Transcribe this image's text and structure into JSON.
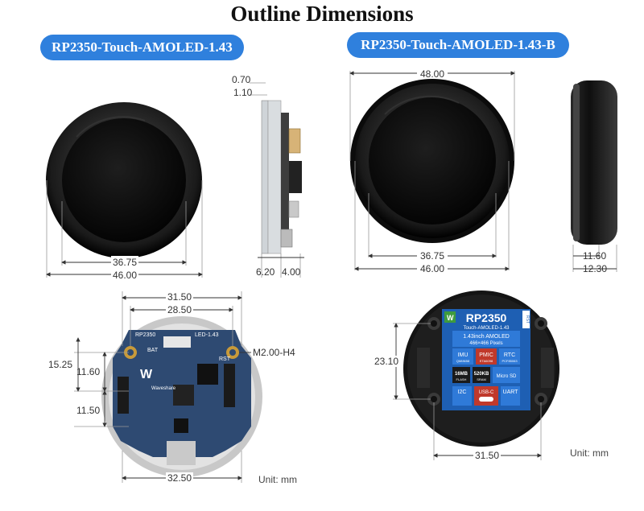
{
  "title": "Outline Dimensions",
  "variants": {
    "left": "RP2350-Touch-AMOLED-1.43",
    "right": "RP2350-Touch-AMOLED-1.43-B"
  },
  "dimensions": {
    "front_inner": "36.75",
    "front_outer": "46.00",
    "side_top_a": "0.70",
    "side_top_b": "1.10",
    "side_bottom_a": "6.20",
    "side_bottom_b": "4.00",
    "b_front_top": "48.00",
    "b_front_inner": "36.75",
    "b_front_outer": "46.00",
    "b_side_a": "11.60",
    "b_side_b": "12.30",
    "back_top_a": "31.50",
    "back_top_b": "28.50",
    "back_left_a": "15.25",
    "back_left_b": "11.60",
    "back_left_c": "11.50",
    "back_bottom": "32.50",
    "hole_label": "M2.00-H4",
    "b_back_left": "23.10",
    "b_back_bottom": "31.50"
  },
  "units": {
    "left": "Unit: mm",
    "right": "Unit: mm"
  },
  "back_board": {
    "labels": [
      "RP2350",
      "LED-1.43",
      "BAT",
      "RST",
      "Waveshare"
    ]
  },
  "sticker": {
    "chip": "RP2350",
    "model": "Touch-AMOLED-1.43",
    "screen": "1.43inch AMOLED",
    "pixels": "466×466 Pixels",
    "imu": "IMU",
    "imu_part": "QMI8658",
    "pmic": "PMIC",
    "pmic_part": "ETA6098",
    "rtc": "RTC",
    "rtc_part": "PCF85063",
    "flash": "16MB",
    "flash_sub": "FLASH",
    "sram": "520KB",
    "sram_sub": "SRAM",
    "sd": "Micro SD",
    "i2c": "I2C",
    "usb": "USB-C",
    "uart": "UART",
    "rst": "RST"
  }
}
